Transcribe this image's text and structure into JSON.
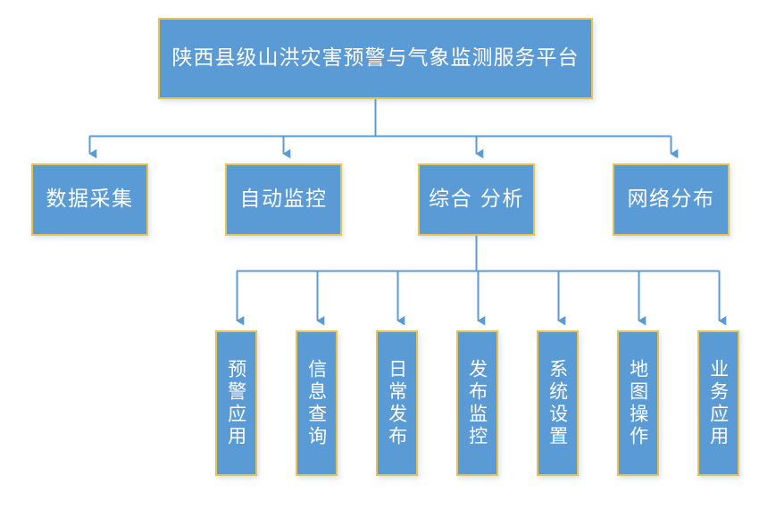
{
  "diagram": {
    "type": "organization-hierarchy-flowchart",
    "colors": {
      "node_fill": "#5B9BD5",
      "node_border": "#E8C44E",
      "connector": "#5B9BD5",
      "text": "#FFFFFF",
      "background": "#FFFFFF"
    },
    "root": {
      "label": "陕西县级山洪灾害预警与气象监测服务平台"
    },
    "level2": [
      {
        "label": "数据采集"
      },
      {
        "label": "自动监控"
      },
      {
        "label": "综合 分析"
      },
      {
        "label": "网络分布"
      }
    ],
    "level3_parent": "综合 分析",
    "level3": [
      {
        "label": "预警应用"
      },
      {
        "label": "信息查询"
      },
      {
        "label": "日常发布"
      },
      {
        "label": "发布监控"
      },
      {
        "label": "系统设置"
      },
      {
        "label": "地图操作"
      },
      {
        "label": "业务应用"
      }
    ]
  }
}
